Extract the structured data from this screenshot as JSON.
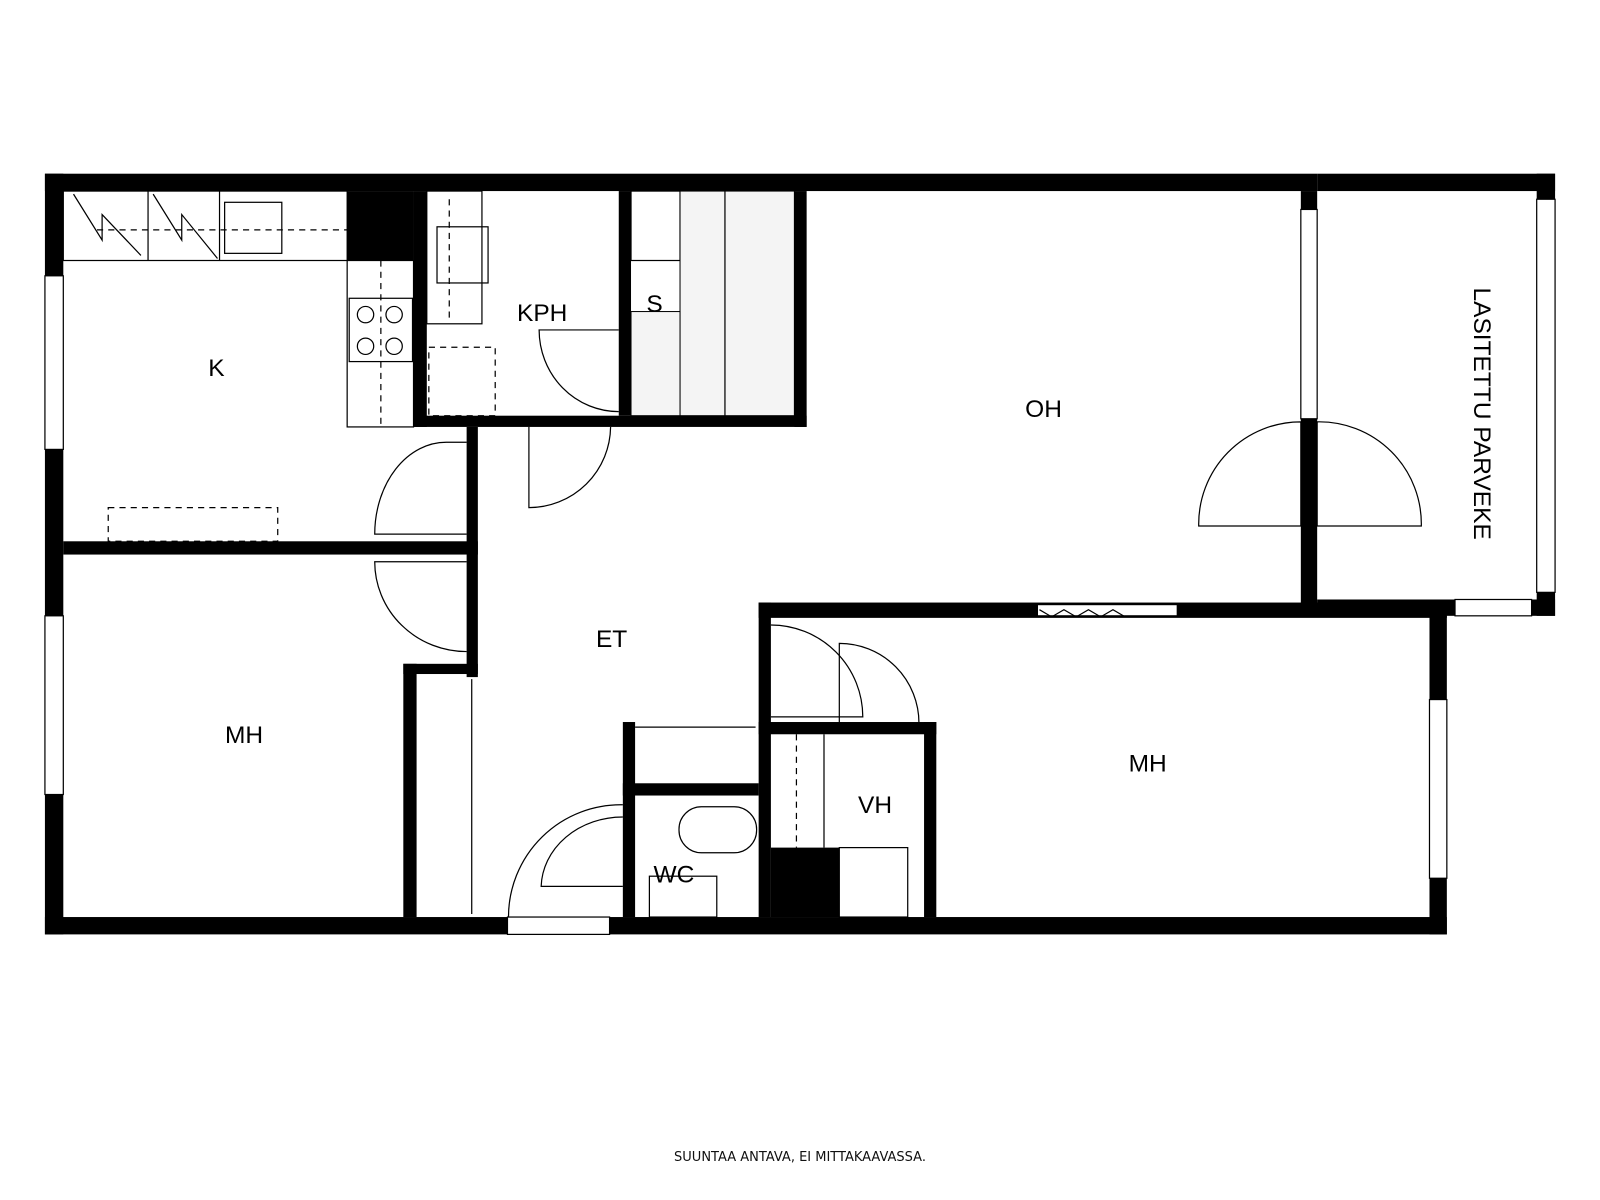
{
  "rooms": {
    "kitchen": "K",
    "bathroom": "KPH",
    "sauna": "S",
    "living_room": "OH",
    "hallway": "ET",
    "bedroom_left": "MH",
    "bedroom_right": "MH",
    "wardrobe": "VH",
    "toilet": "WC",
    "balcony": "LASITETTU PARVEKE"
  },
  "footer_note": "SUUNTAA ANTAVA, EI MITTAKAAVASSA."
}
